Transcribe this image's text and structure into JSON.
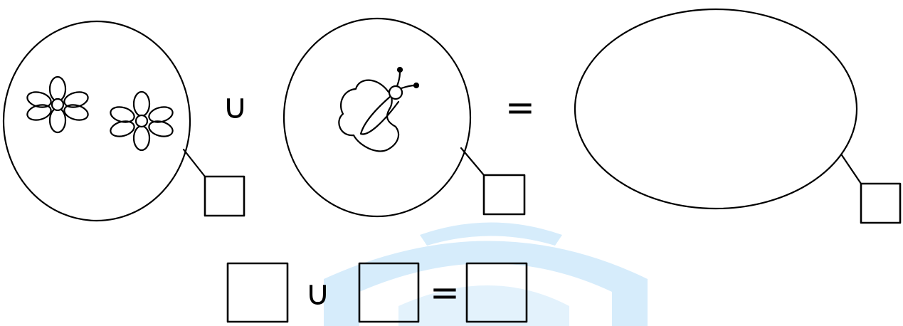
{
  "equation_top": {
    "union_symbol": "∪",
    "equals_symbol": "="
  },
  "equation_bottom": {
    "union_symbol": "∪",
    "equals_symbol": "="
  },
  "sets": [
    {
      "id": "set-a",
      "contents": [
        "flower-icon",
        "flower-icon"
      ]
    },
    {
      "id": "set-b",
      "contents": [
        "butterfly-icon"
      ]
    },
    {
      "id": "set-result",
      "contents": []
    }
  ],
  "colors": {
    "ink": "#000000",
    "watermark": "#d6ecfb"
  }
}
